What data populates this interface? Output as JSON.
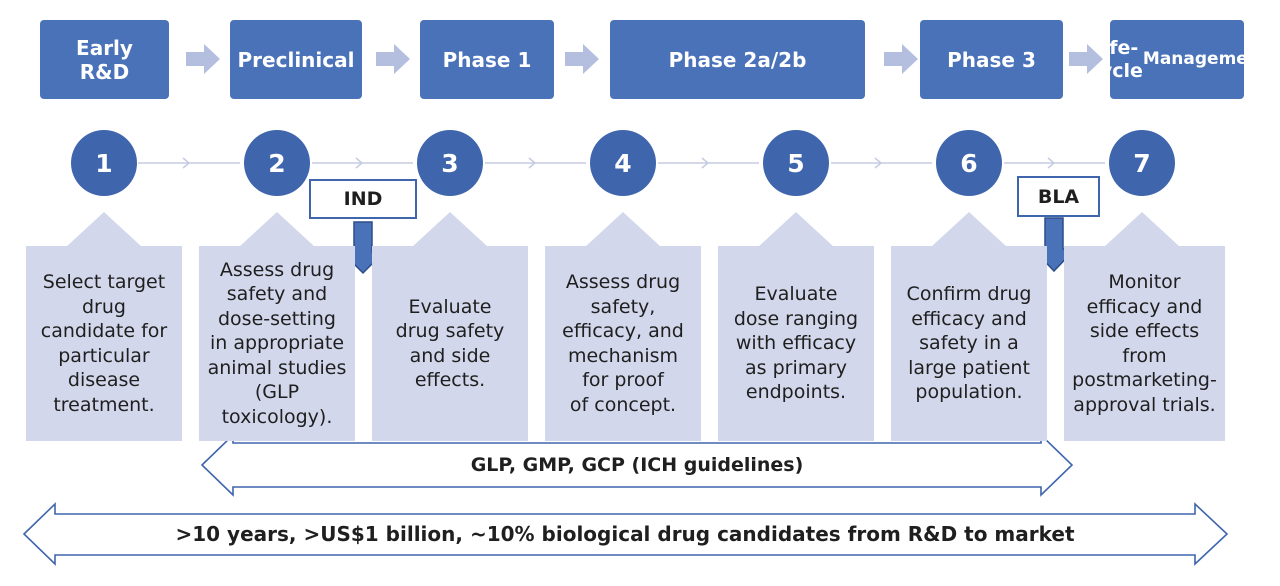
{
  "phases": [
    {
      "label": "Early\nR&D"
    },
    {
      "label": "Preclinical"
    },
    {
      "label": "Phase 1"
    },
    {
      "label": "Phase 2a/2b"
    },
    {
      "label": "Phase 3"
    },
    {
      "label": "Life-Cycle",
      "line2": "Management"
    }
  ],
  "steps": [
    {
      "number": "1",
      "text": "Select target\ndrug\ncandidate for\nparticular\ndisease\ntreatment."
    },
    {
      "number": "2",
      "text": "Assess drug\nsafety and\ndose-setting\nin appropriate\nanimal studies\n(GLP\ntoxicology)."
    },
    {
      "number": "3",
      "text": "Evaluate\ndrug safety\nand side\neffects."
    },
    {
      "number": "4",
      "text": "Assess drug\nsafety,\nefficacy, and\nmechanism\nfor proof\nof concept."
    },
    {
      "number": "5",
      "text": "Evaluate\ndose ranging\nwith efficacy\nas primary\nendpoints."
    },
    {
      "number": "6",
      "text": "Confirm drug\nefficacy and\nsafety in a\nlarge patient\npopulation."
    },
    {
      "number": "7",
      "text": "Monitor\nefficacy and\nside effects\nfrom\npostmarketing-\napproval trials."
    }
  ],
  "milestones": {
    "ind": "IND",
    "bla": "BLA"
  },
  "guidelines": "GLP, GMP, GCP (ICH guidelines)",
  "summary": ">10 years, >US$1 billion, ~10% biological drug candidates from R&D to market"
}
